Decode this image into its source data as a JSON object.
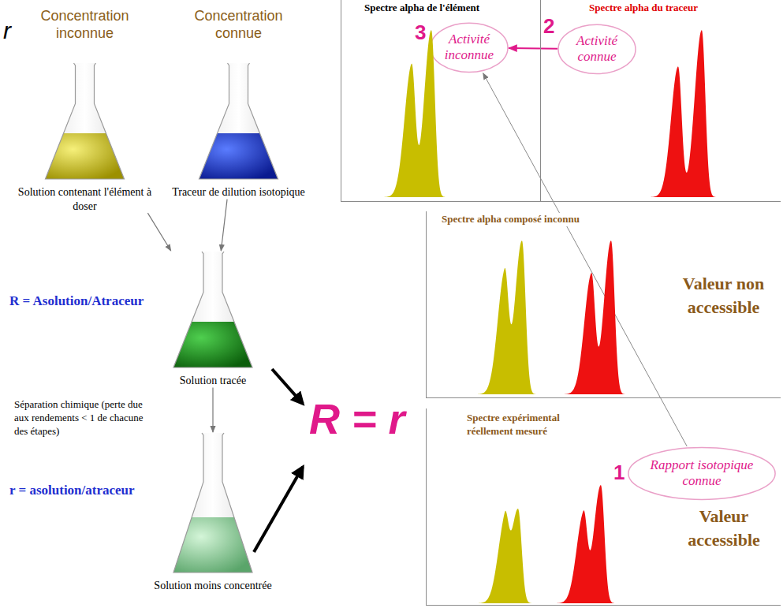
{
  "diagram": {
    "nodes": [
      {
        "text": [
          "Concentration inconnue",
          "Solution contenant l'élément à doser"
        ]
      },
      {
        "text": [
          "Concentration connue",
          "Traceur de dilution isotopique"
        ]
      },
      {
        "text": [
          "Solution tracée"
        ]
      },
      {
        "text": [
          "Solution moins concentrée"
        ]
      },
      {
        "text": [
          "Spectre alpha de l'élément"
        ]
      },
      {
        "text": [
          "Activité inconnue"
        ],
        "in": 4
      },
      {
        "text": [
          "Spectre alpha du traceur"
        ]
      },
      {
        "text": [
          "Activité connue"
        ],
        "in": 6
      },
      {
        "text": [
          "Spectre alpha composé inconnu"
        ]
      },
      {
        "text": [
          "Spectre expérimental réellement mesuré"
        ]
      },
      {
        "text": [
          "Rapport isotopique connue"
        ],
        "in": 9
      }
    ],
    "edges": [
      {
        "from": 0,
        "to": 2,
        "arrow": "to"
      },
      {
        "from": 1,
        "to": 2,
        "arrow": "to"
      },
      {
        "from": 2,
        "to": 3,
        "arrow": "to"
      },
      {
        "from": 7,
        "to": 5,
        "arrow": "to"
      },
      {
        "from": 10,
        "to": 5,
        "arrow": "to"
      }
    ],
    "labels": [
      "r",
      "R = Asolution/Atraceur",
      "Séparation chimique (perte due aux rendements < 1 de chacune des étapes)",
      "r = asolution/atraceur",
      "R = r",
      "3",
      "2",
      "Valeur non accessible",
      "1",
      "Valeur accessible"
    ]
  }
}
